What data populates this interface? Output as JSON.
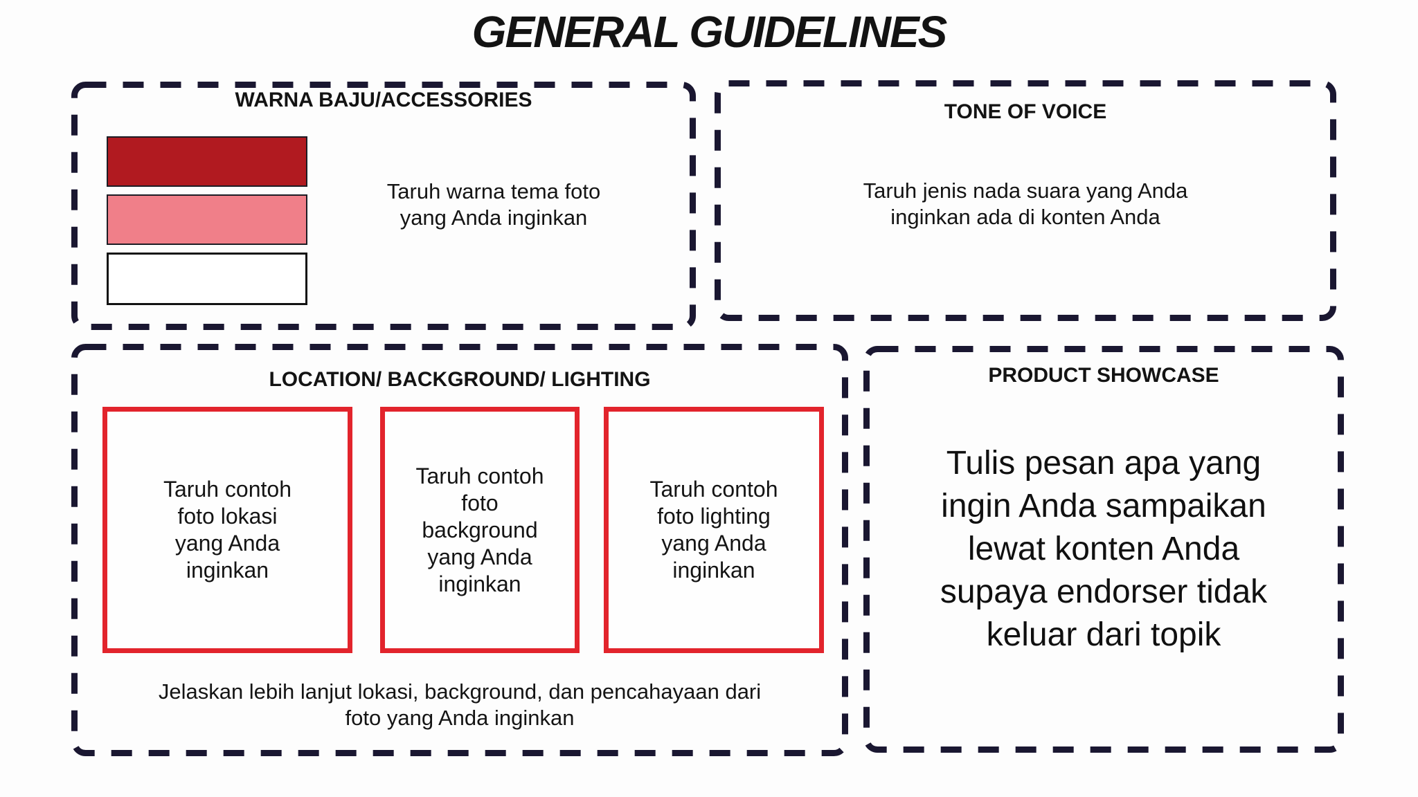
{
  "title": "GENERAL GUIDELINES",
  "colors": {
    "dashed_border": "#1a1731",
    "photo_box_border": "#e2242c",
    "swatch_dark_red": "#b11a20",
    "swatch_pink": "#f07f89",
    "swatch_white": "#ffffff"
  },
  "sections": {
    "warna": {
      "title": "WARNA BAJU/ACCESSORIES",
      "note": "Taruh warna tema foto\nyang Anda inginkan",
      "swatches": [
        {
          "name": "dark-red",
          "color": "#b11a20"
        },
        {
          "name": "pink",
          "color": "#f07f89"
        },
        {
          "name": "white",
          "color": "#ffffff"
        }
      ]
    },
    "tone": {
      "title": "TONE OF VOICE",
      "note": "Taruh jenis nada suara yang Anda\ninginkan ada di konten Anda"
    },
    "location": {
      "title": "LOCATION/ BACKGROUND/ LIGHTING",
      "boxes": [
        {
          "label": "Taruh contoh\nfoto lokasi\nyang Anda\ninginkan"
        },
        {
          "label": "Taruh contoh\nfoto\nbackground\nyang Anda\ninginkan"
        },
        {
          "label": "Taruh contoh\nfoto lighting\nyang Anda\ninginkan"
        }
      ],
      "note": "Jelaskan lebih lanjut lokasi, background, dan pencahayaan dari\nfoto yang Anda inginkan"
    },
    "product": {
      "title": "PRODUCT SHOWCASE",
      "note": "Tulis pesan apa yang\ningin Anda sampaikan\nlewat konten Anda\nsupaya endorser tidak\nkeluar dari topik"
    }
  }
}
